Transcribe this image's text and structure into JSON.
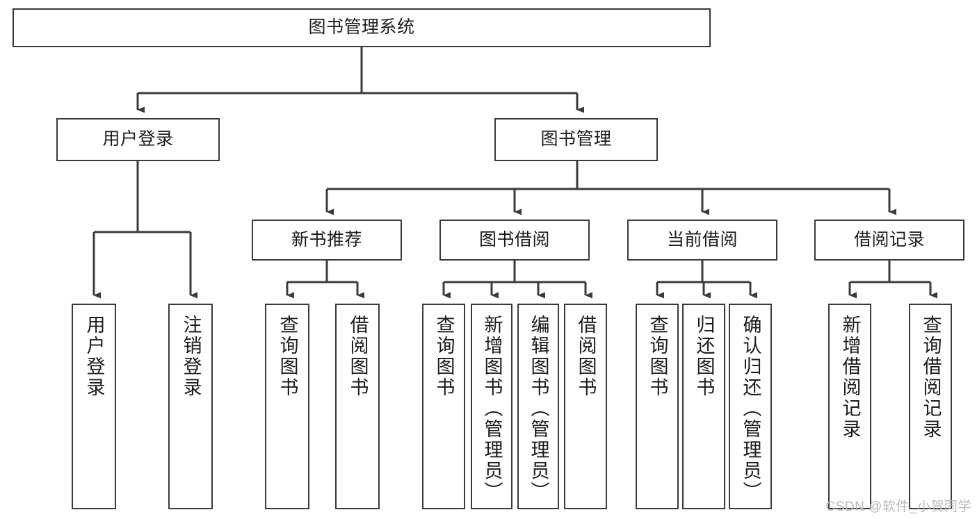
{
  "diagram": {
    "title": "图书管理系统",
    "type": "function-structure-tree",
    "colors": {
      "stroke": "#3a3a3a",
      "fill": "#ffffff",
      "text": "#1b1b1b",
      "watermark": "#b9b9b9"
    },
    "watermark": "CSDN @软件_小贺同学",
    "nodes": {
      "root": {
        "label": "图书管理系统"
      },
      "level2": [
        {
          "id": "user-login",
          "label": "用户登录"
        },
        {
          "id": "book-management",
          "label": "图书管理"
        }
      ],
      "level3": [
        {
          "id": "new-book-recommend",
          "label": "新书推荐",
          "parent": "book-management"
        },
        {
          "id": "book-borrow",
          "label": "图书借阅",
          "parent": "book-management"
        },
        {
          "id": "current-borrow",
          "label": "当前借阅",
          "parent": "book-management"
        },
        {
          "id": "borrow-record",
          "label": "借阅记录",
          "parent": "book-management"
        }
      ],
      "leaves": [
        {
          "id": "leaf-user-login",
          "label": "用户登录",
          "parent": "user-login"
        },
        {
          "id": "leaf-logout-login",
          "label": "注销登录",
          "parent": "user-login"
        },
        {
          "id": "leaf-query-book-1",
          "label": "查询图书",
          "parent": "new-book-recommend"
        },
        {
          "id": "leaf-borrow-book-1",
          "label": "借阅图书",
          "parent": "new-book-recommend"
        },
        {
          "id": "leaf-query-book-2",
          "label": "查询图书",
          "parent": "book-borrow"
        },
        {
          "id": "leaf-add-book",
          "label": "新增图书（管理员）",
          "parent": "book-borrow"
        },
        {
          "id": "leaf-edit-book",
          "label": "编辑图书（管理员）",
          "parent": "book-borrow"
        },
        {
          "id": "leaf-borrow-book-2",
          "label": "借阅图书",
          "parent": "book-borrow"
        },
        {
          "id": "leaf-query-book-3",
          "label": "查询图书",
          "parent": "current-borrow"
        },
        {
          "id": "leaf-return-book",
          "label": "归还图书",
          "parent": "current-borrow"
        },
        {
          "id": "leaf-confirm-return",
          "label": "确认归还（管理员）",
          "parent": "current-borrow"
        },
        {
          "id": "leaf-add-record",
          "label": "新增借阅记录",
          "parent": "borrow-record"
        },
        {
          "id": "leaf-query-record",
          "label": "查询借阅记录",
          "parent": "borrow-record"
        }
      ]
    }
  }
}
